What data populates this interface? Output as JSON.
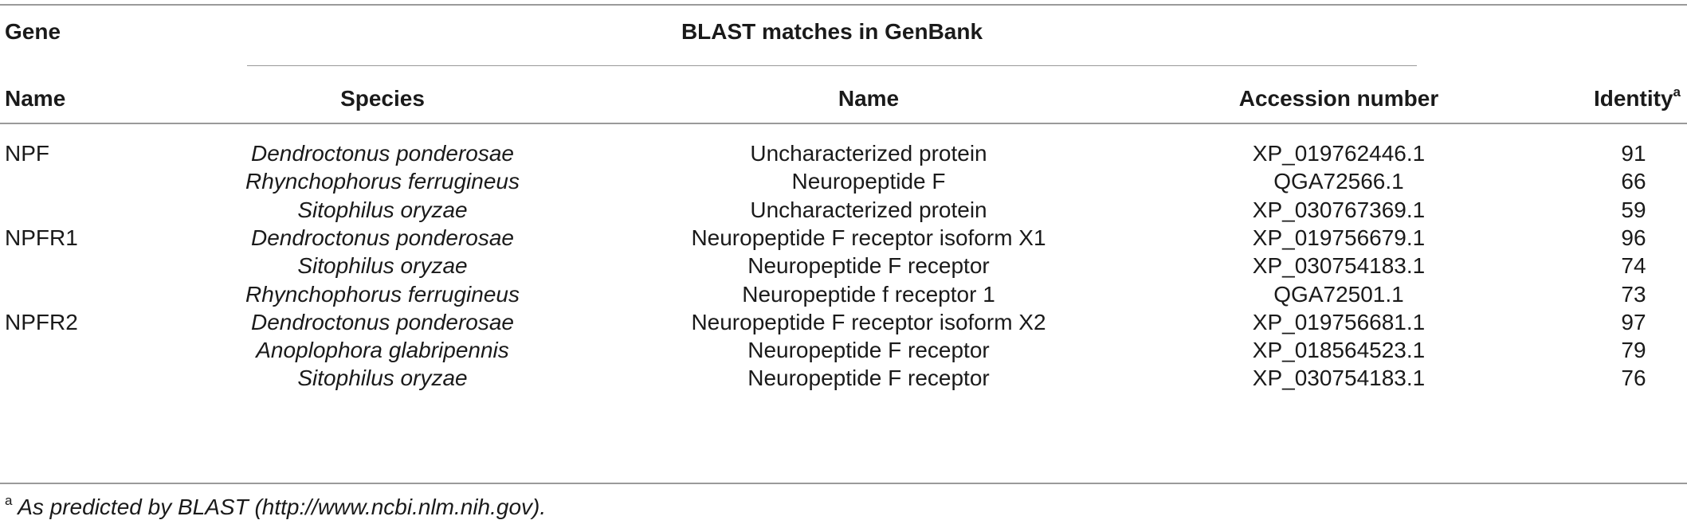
{
  "header": {
    "gene": "Gene",
    "blast": "BLAST matches in GenBank",
    "name": "Name",
    "species": "Species",
    "match_name": "Name",
    "accession": "Accession number",
    "identity": "Identity",
    "identity_sup": "a"
  },
  "rows": [
    {
      "gene": "NPF",
      "species": "Dendroctonus ponderosae",
      "name": "Uncharacterized protein",
      "accession": "XP_019762446.1",
      "identity": "91"
    },
    {
      "gene": "",
      "species": "Rhynchophorus ferrugineus",
      "name": "Neuropeptide F",
      "accession": "QGA72566.1",
      "identity": "66"
    },
    {
      "gene": "",
      "species": "Sitophilus oryzae",
      "name": "Uncharacterized protein",
      "accession": "XP_030767369.1",
      "identity": "59"
    },
    {
      "gene": "NPFR1",
      "species": "Dendroctonus ponderosae",
      "name": "Neuropeptide F receptor isoform X1",
      "accession": "XP_019756679.1",
      "identity": "96"
    },
    {
      "gene": "",
      "species": "Sitophilus oryzae",
      "name": "Neuropeptide F receptor",
      "accession": "XP_030754183.1",
      "identity": "74"
    },
    {
      "gene": "",
      "species": "Rhynchophorus ferrugineus",
      "name": "Neuropeptide f receptor 1",
      "accession": "QGA72501.1",
      "identity": "73"
    },
    {
      "gene": "NPFR2",
      "species": "Dendroctonus ponderosae",
      "name": "Neuropeptide F receptor isoform X2",
      "accession": "XP_019756681.1",
      "identity": "97"
    },
    {
      "gene": "",
      "species": "Anoplophora glabripennis",
      "name": "Neuropeptide F receptor",
      "accession": "XP_018564523.1",
      "identity": "79"
    },
    {
      "gene": "",
      "species": "Sitophilus oryzae",
      "name": "Neuropeptide F receptor",
      "accession": "XP_030754183.1",
      "identity": "76"
    }
  ],
  "footnote": {
    "marker": "a",
    "text": " As predicted by BLAST (http://www.ncbi.nlm.nih.gov)."
  }
}
